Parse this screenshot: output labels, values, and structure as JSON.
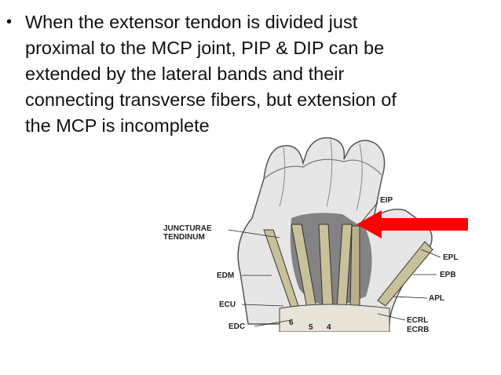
{
  "slide": {
    "bullet_lines": [
      "When the extensor tendon is divided just",
      "proximal to the MCP joint, PIP & DIP can be",
      "extended by the lateral bands and their",
      "connecting transverse fibers, but extension of",
      "the MCP is incomplete"
    ]
  },
  "figure": {
    "labels": {
      "juncturae_line1": "JUNCTURAE",
      "juncturae_line2": "TENDINUM",
      "eip": "EIP",
      "epl": "EPL",
      "epb": "EPB",
      "edm": "EDM",
      "ecu": "ECU",
      "apl": "APL",
      "edc": "EDC",
      "ecrl": "ECRL",
      "ecrb": "ECRB",
      "num_6": "6",
      "num_5": "5",
      "num_4": "4"
    },
    "arrow_color": "#ff0000"
  }
}
